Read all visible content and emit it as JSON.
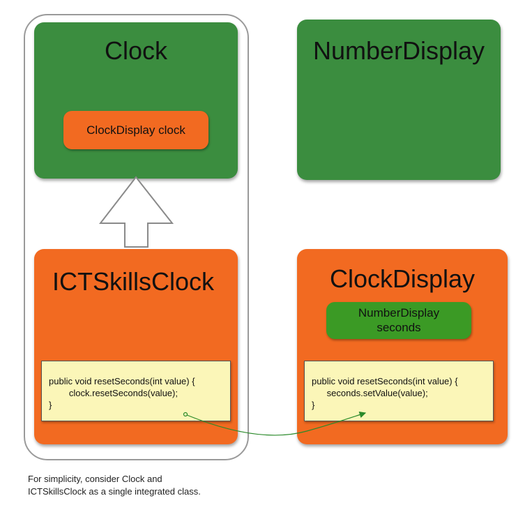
{
  "clock": {
    "title": "Clock",
    "field": "ClockDisplay clock"
  },
  "number_display": {
    "title": "NumberDisplay"
  },
  "ict_skills_clock": {
    "title": "ICTSkillsClock",
    "code": [
      "public void resetSeconds(int value) {",
      "        clock.resetSeconds(value);",
      "}"
    ]
  },
  "clock_display": {
    "title": "ClockDisplay",
    "field_line1": "NumberDisplay",
    "field_line2": "seconds",
    "code": [
      "public void resetSeconds(int value) {",
      "      seconds.setValue(value);",
      "}"
    ]
  },
  "note": {
    "line1": "For simplicity, consider Clock and",
    "line2": "ICTSkillsClock as a single integrated class."
  },
  "colors": {
    "green": "#3b8d3f",
    "orange": "#f26a21",
    "code_bg": "#fbf6b8",
    "connector": "#2a8a2a"
  }
}
